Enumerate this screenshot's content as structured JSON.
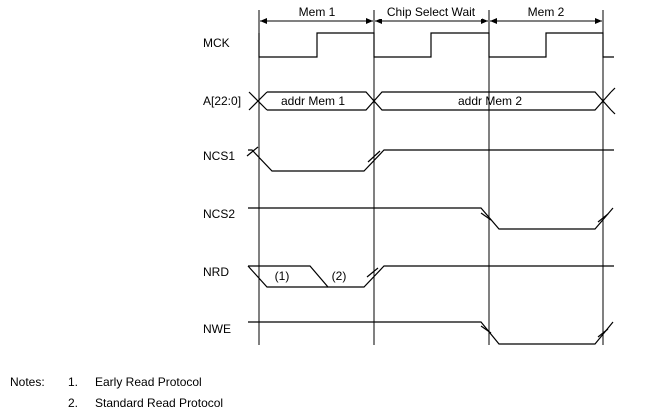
{
  "phases": [
    "Mem 1",
    "Chip Select Wait",
    "Mem 2"
  ],
  "signals": {
    "mck": "MCK",
    "addr": "A[22:0]",
    "ncs1": "NCS1",
    "ncs2": "NCS2",
    "nrd": "NRD",
    "nwe": "NWE"
  },
  "bus_labels": [
    "addr Mem 1",
    "addr Mem 2"
  ],
  "nrd_labels": [
    "(1)",
    "(2)"
  ],
  "notes": {
    "lead": "Notes:",
    "items": [
      {
        "num": "1.",
        "text": "Early Read Protocol"
      },
      {
        "num": "2.",
        "text": "Standard Read Protocol"
      }
    ]
  }
}
